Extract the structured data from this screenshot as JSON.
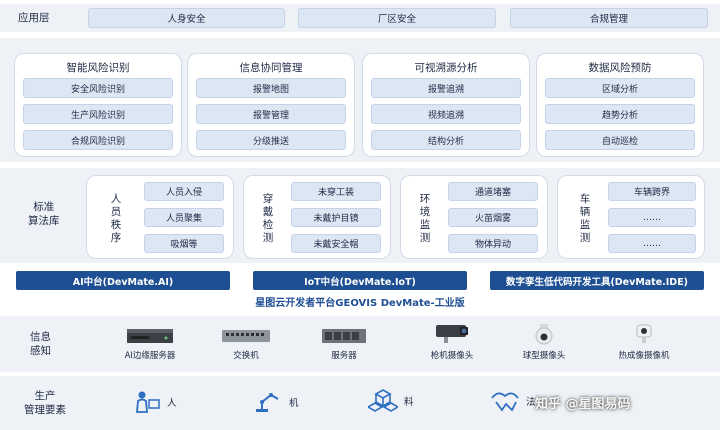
{
  "layers": {
    "application": {
      "label": "应用层",
      "items": [
        "人身安全",
        "厂区安全",
        "合规管理"
      ]
    },
    "modules": [
      {
        "title": "智能风险识别",
        "items": [
          "安全风险识别",
          "生产风险识别",
          "合规风险识别"
        ]
      },
      {
        "title": "信息协同管理",
        "items": [
          "报警地图",
          "报警管理",
          "分级推送"
        ]
      },
      {
        "title": "可视溯源分析",
        "items": [
          "报警追溯",
          "视频追溯",
          "结构分析"
        ]
      },
      {
        "title": "数据风险预防",
        "items": [
          "区域分析",
          "趋势分析",
          "自动巡检"
        ]
      }
    ],
    "algorithm_library": {
      "label": "标准\n算法库",
      "groups": [
        {
          "title": "人员秩序",
          "items": [
            "人员入侵",
            "人员聚集",
            "吸烟等"
          ]
        },
        {
          "title": "穿戴检测",
          "items": [
            "未穿工装",
            "未戴护目镜",
            "未戴安全帽"
          ]
        },
        {
          "title": "环境监测",
          "items": [
            "通道堵塞",
            "火苗烟雾",
            "物体异动"
          ]
        },
        {
          "title": "车辆监测",
          "items": [
            "车辆跨界",
            "……",
            "……"
          ]
        }
      ]
    },
    "platforms": {
      "items": [
        "AI中台(DevMate.AI)",
        "IoT中台(DevMate.IoT)",
        "数字孪生低代码开发工具(DevMate.IDE)"
      ],
      "caption": "星图云开发者平台GEOVIS DevMate-工业版"
    },
    "perception": {
      "label": "信息\n感知",
      "devices": [
        "AI边缘服务器",
        "交换机",
        "服务器",
        "枪机摄像头",
        "球型摄像头",
        "热成像摄像机"
      ]
    },
    "production": {
      "label": "生产\n管理要素",
      "factors": [
        "人",
        "机",
        "料",
        "法"
      ]
    }
  },
  "watermark": "知乎 @星图易码",
  "colors": {
    "band": "#eef1f6",
    "pill": "#dde6f3",
    "platform": "#1e4f93",
    "text": "#1f2a44"
  }
}
